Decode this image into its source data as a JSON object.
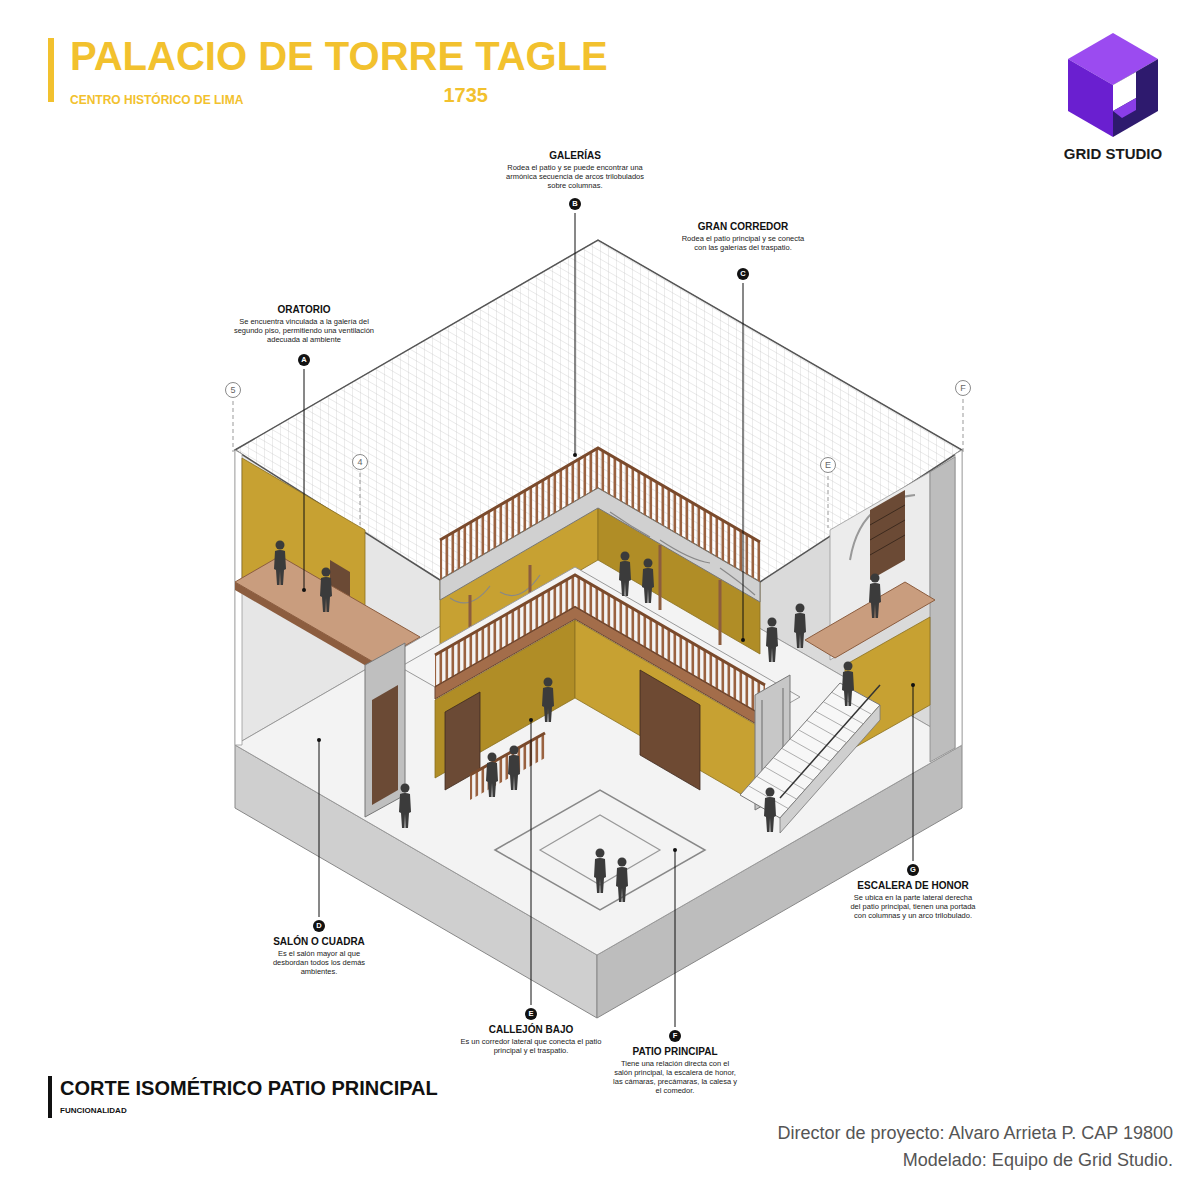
{
  "diagram": {
    "title": "PALACIO DE TORRE TAGLE",
    "caption": "CORTE ISOMÉTRICO PATIO PRINCIPAL",
    "nodes": [
      {
        "text": [
          "5"
        ]
      },
      {
        "text": [
          "4"
        ]
      },
      {
        "text": [
          "E"
        ]
      },
      {
        "text": [
          "F"
        ]
      },
      {
        "text": [
          "A"
        ]
      },
      {
        "text": [
          "B"
        ]
      },
      {
        "text": [
          "C"
        ]
      },
      {
        "text": [
          "D"
        ]
      },
      {
        "text": [
          "E"
        ]
      },
      {
        "text": [
          "F"
        ]
      },
      {
        "text": [
          "G"
        ]
      }
    ],
    "labels": [
      "CENTRO HISTÓRICO DE LIMA",
      "1735",
      "GRID STUDIO",
      "GALERÍAS",
      "Rodea el patio y se puede encontrar una armónica secuencia de arcos trilobulados sobre columnas.",
      "GRAN CORREDOR",
      "Rodea el patio principal y se conecta con las galerías del traspatio.",
      "ORATORIO",
      "Se encuentra vinculada a la galería del segundo piso, permitiendo una ventilación adecuada al ambiente",
      "ESCALERA DE HONOR",
      "Se ubica en la parte lateral derecha del patio principal, tienen una portada con columnas y un arco trilobulado.",
      "SALÓN O CUADRA",
      "Es el salón mayor al que desbordan todos los demás ambientes.",
      "CALLEJÓN BAJO",
      "Es un corredor lateral que conecta el patio principal y el traspatio.",
      "PATIO PRINCIPAL",
      "Tiene una relación directa con el salón principal, la escalera de honor, las cámaras, precámaras, la calesa y el comedor.",
      "FUNCIONALIDAD",
      "Director de proyecto: Alvaro Arrieta P. CAP 19800",
      "Modelado: Equipo de Grid Studio."
    ]
  }
}
